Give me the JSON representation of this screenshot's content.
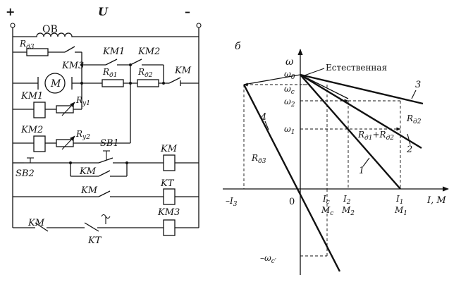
{
  "schematic": {
    "plus": "+",
    "minus": "–",
    "voltage": "U",
    "field_winding": "ОВ",
    "rd3": {
      "main": "R",
      "sub": "д3"
    },
    "km3": "KM3",
    "motor": "M",
    "rd1": {
      "main": "R",
      "sub": "д1"
    },
    "rd2": {
      "main": "R",
      "sub": "д2"
    },
    "km_main": "KM",
    "km1": "KM1",
    "km2": "KM2",
    "coil_km1": "KM1",
    "ry1": {
      "main": "R",
      "sub": "у1"
    },
    "coil_km2": "KM2",
    "ry2": {
      "main": "R",
      "sub": "у2"
    },
    "sb1": "SB1",
    "sb2": "SB2",
    "km_hold": "KM",
    "coil_km": "KM",
    "km_kt": "KM",
    "coil_kt": "KT",
    "km_nc": "KM",
    "kt": "KT",
    "coil_km3": "KM3"
  },
  "chart": {
    "panel_label": "б",
    "y_axis_label": "ω",
    "x_axis_label": "I, M",
    "origin_label": "0",
    "ticks": {
      "omega0": {
        "main": "ω",
        "sub": "0"
      },
      "omega_c": {
        "main": "ω",
        "sub": "c"
      },
      "omega2": {
        "main": "ω",
        "sub": "2"
      },
      "omega1": {
        "main": "ω",
        "sub": "1"
      },
      "neg_omega_c": {
        "main": "–ω",
        "sub": "c′"
      },
      "neg_i3": {
        "main": "–I",
        "sub": "3"
      },
      "ic": {
        "main": "I",
        "sub": "c"
      },
      "mc": {
        "main": "M",
        "sub": "c"
      },
      "i2": {
        "main": "I",
        "sub": "2"
      },
      "m2": {
        "main": "M",
        "sub": "2"
      },
      "i1": {
        "main": "I",
        "sub": "1"
      },
      "m1": {
        "main": "M",
        "sub": "1"
      }
    },
    "labels": {
      "natural": "Естественная",
      "c1": "1",
      "c2": "2",
      "c3": "3",
      "c4": "4",
      "rd2": {
        "main": "R",
        "sub": "д2"
      },
      "rd1rd2": {
        "a": "R",
        "a_sub": "д1",
        "plus": "+",
        "b": "R",
        "b_sub": "д2"
      },
      "rd3": {
        "main": "R",
        "sub": "д3"
      }
    }
  }
}
